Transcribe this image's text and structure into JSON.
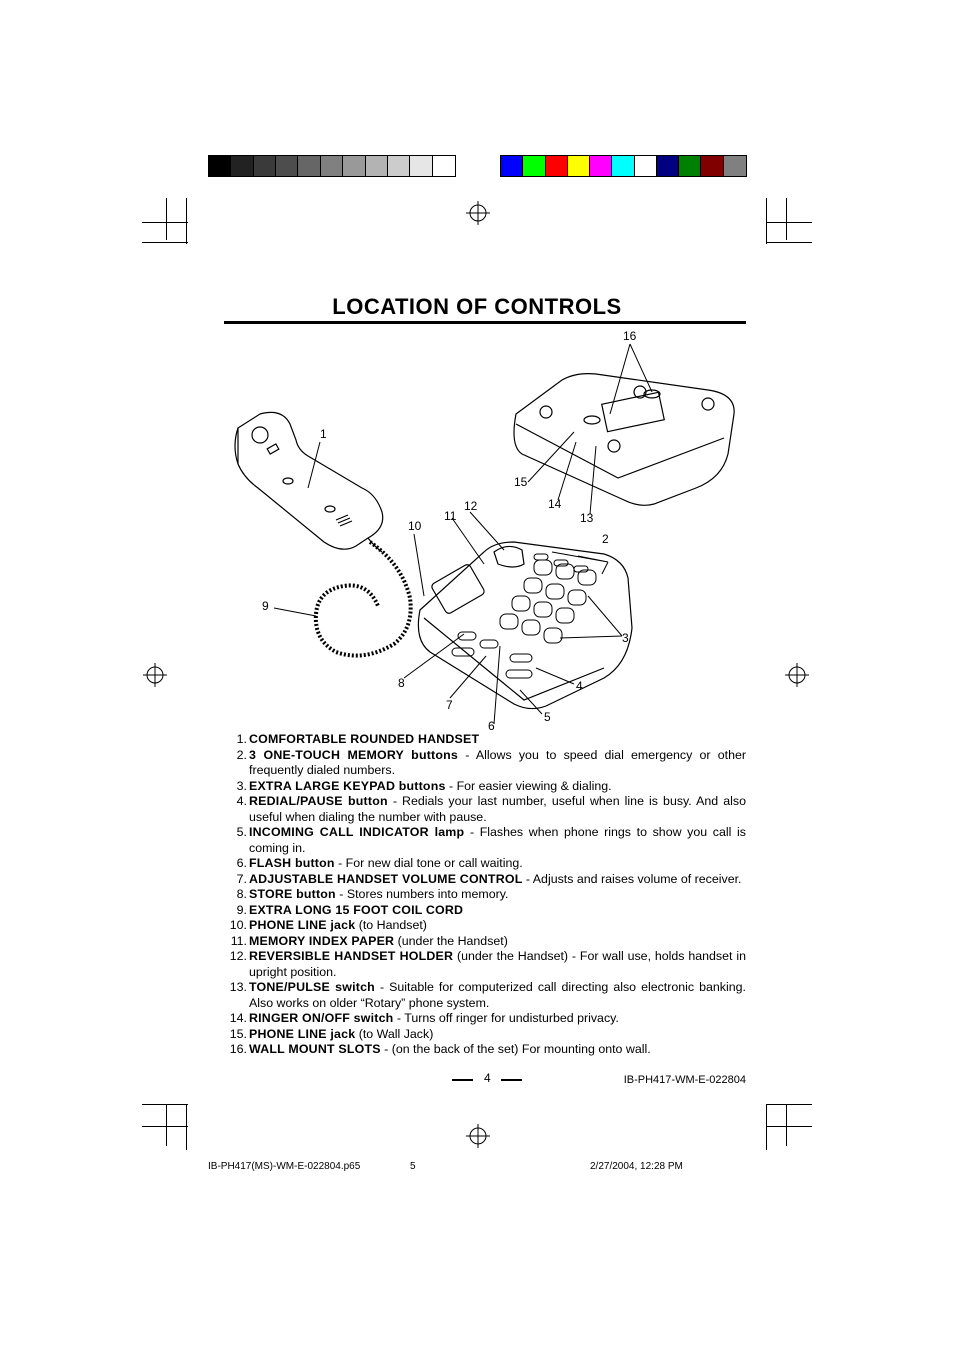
{
  "colors": {
    "grayscale": [
      "#000000",
      "#222222",
      "#3a3a3a",
      "#4d4d4d",
      "#666666",
      "#808080",
      "#999999",
      "#b3b3b3",
      "#cccccc",
      "#e6e6e6",
      "#ffffff"
    ],
    "color_bar": [
      "#0000ff",
      "#00ff00",
      "#ff0000",
      "#ffff00",
      "#ff00ff",
      "#00ffff",
      "#ffffff",
      "#000080",
      "#008000",
      "#800000",
      "#808080"
    ]
  },
  "title": "LOCATION OF CONTROLS",
  "callouts": [
    "1",
    "2",
    "3",
    "4",
    "5",
    "6",
    "7",
    "8",
    "9",
    "10",
    "11",
    "12",
    "13",
    "14",
    "15",
    "16"
  ],
  "items": [
    {
      "num": "1.",
      "label": "COMFORTABLE ROUNDED HANDSET",
      "desc": ""
    },
    {
      "num": "2.",
      "label": "3 ONE-TOUCH MEMORY buttons",
      "desc": " - Allows you to speed dial emergency or other frequently dialed numbers."
    },
    {
      "num": "3.",
      "label": "EXTRA LARGE KEYPAD buttons",
      "desc": " - For easier viewing & dialing."
    },
    {
      "num": "4.",
      "label": "REDIAL/PAUSE button",
      "desc": " - Redials your last number, useful when line is busy. And also useful when dialing the number with pause."
    },
    {
      "num": "5.",
      "label": "INCOMING CALL INDICATOR lamp",
      "desc": " - Flashes when phone rings to show you call is coming in."
    },
    {
      "num": "6.",
      "label": "FLASH button",
      "desc": " - For new dial tone or call waiting."
    },
    {
      "num": "7.",
      "label": "ADJUSTABLE HANDSET VOLUME CONTROL",
      "desc": " - Adjusts and raises volume of receiver."
    },
    {
      "num": "8.",
      "label": "STORE button",
      "desc": " - Stores numbers into memory."
    },
    {
      "num": "9.",
      "label": "EXTRA LONG 15 FOOT COIL CORD",
      "desc": ""
    },
    {
      "num": "10.",
      "label": "PHONE LINE jack",
      "desc": " (to Handset)"
    },
    {
      "num": "11.",
      "label": "MEMORY INDEX PAPER",
      "desc": " (under the Handset)"
    },
    {
      "num": "12.",
      "label": "REVERSIBLE HANDSET HOLDER",
      "desc": " (under the Handset) - For wall use, holds handset in upright position."
    },
    {
      "num": "13.",
      "label": "TONE/PULSE switch",
      "desc": " - Suitable for computerized call directing also electronic banking. Also works on older “Rotary” phone system."
    },
    {
      "num": "14.",
      "label": "RINGER ON/OFF switch",
      "desc": " - Turns off ringer for undisturbed privacy."
    },
    {
      "num": "15.",
      "label": "PHONE LINE jack",
      "desc": " (to Wall Jack)"
    },
    {
      "num": "16.",
      "label": "WALL MOUNT SLOTS",
      "desc": " - (on the back of the set) For mounting onto wall."
    }
  ],
  "page_number": "4",
  "model_code": "IB-PH417-WM-E-022804",
  "footer": {
    "file": "IB-PH417(MS)-WM-E-022804.p65",
    "page": "5",
    "datetime": "2/27/2004, 12:28 PM"
  }
}
